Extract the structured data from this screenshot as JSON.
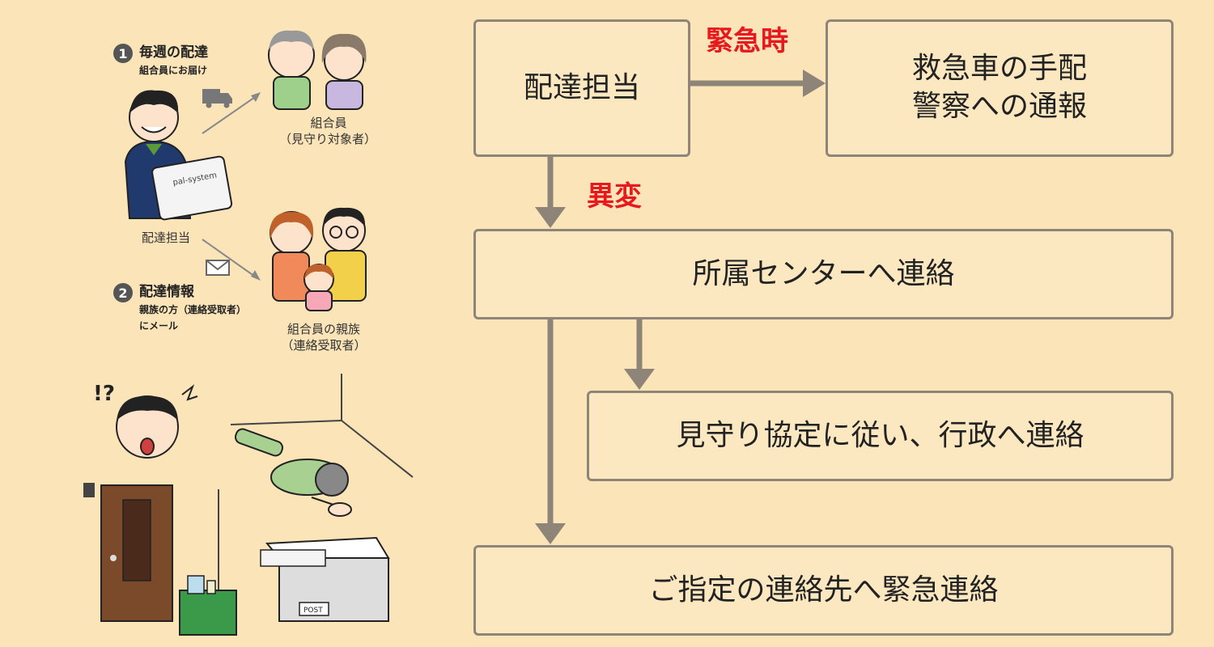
{
  "flowchart": {
    "box_delivery": "配達担当",
    "box_ambulance_line1": "救急車の手配",
    "box_ambulance_line2": "警察への通報",
    "box_center": "所属センターへ連絡",
    "box_government": "見守り協定に従い、行政へ連絡",
    "box_emergency_contact": "ご指定の連絡先へ緊急連絡",
    "label_emergency": "緊急時",
    "label_abnormal": "異変"
  },
  "illustration": {
    "step1_number": "1",
    "step1_title": "毎週の配達",
    "step1_sub": "組合員にお届け",
    "member_label_line1": "組合員",
    "member_label_line2": "（見守り対象者）",
    "courier_label": "配達担当",
    "step2_number": "2",
    "step2_title": "配達情報",
    "step2_sub_line1": "親族の方（連絡受取者）",
    "step2_sub_line2": "にメール",
    "family_label_line1": "組合員の親族",
    "family_label_line2": "（連絡受取者）",
    "box_brand": "pal-system",
    "mailbox_label": "POST"
  },
  "colors": {
    "background": "#fae4b8",
    "box_border": "#8f8478",
    "arrow": "#8f8478",
    "accent_red": "#e8191e"
  }
}
